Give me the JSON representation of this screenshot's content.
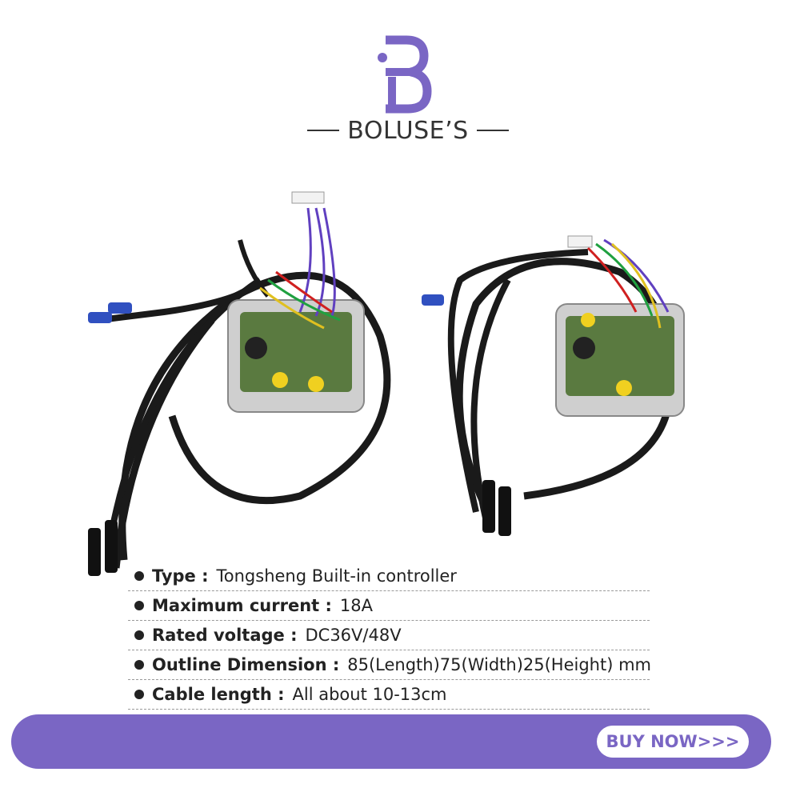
{
  "brand": {
    "name": "BOLUSE’S",
    "logo_icon": "b-monogram-icon",
    "accent_color": "#7a66c4"
  },
  "product": {
    "image_icon": "controller-photo-icon"
  },
  "specs": [
    {
      "label": "Type :",
      "value": "Tongsheng Built-in controller"
    },
    {
      "label": "Maximum current :",
      "value": "18A"
    },
    {
      "label": "Rated voltage :",
      "value": "DC36V/48V"
    },
    {
      "label": "Outline Dimension :",
      "value": "85(Length)75(Width)25(Height) mm"
    },
    {
      "label": "Cable length :",
      "value": "All about 10-13cm"
    }
  ],
  "cta": {
    "label": "BUY NOW>>>"
  }
}
